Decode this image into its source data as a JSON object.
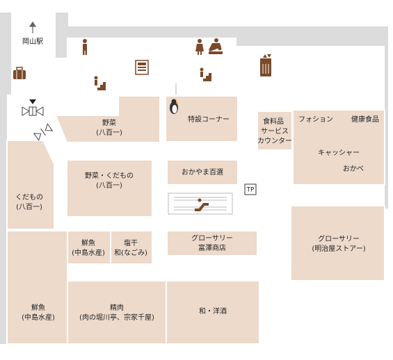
{
  "colors": {
    "walkway": "#ffffff",
    "wall": "#dcdcdc",
    "shop": "#eddacb",
    "shop_border": "#ffffff",
    "icon": "#7a4a2a",
    "text": "#222222"
  },
  "direction": {
    "label": "岡山駅",
    "arrow_icon": "up-arrow-icon",
    "entrance_marker_icon": "triangle-down-icon",
    "door_icon": "automatic-door-icon"
  },
  "facilities": {
    "luggage_icon": "coin-locker-icon",
    "restroom_men_icon": "men-restroom-icon",
    "restroom_women_icon": "women-restroom-icon",
    "baby_care_icon": "baby-changing-icon",
    "stairs_icon": "stairs-icon",
    "elevator_icon": "elevator-icon",
    "escalator_icon": "escalator-icon",
    "atm_icon": "atm-icon",
    "penguin_icon": "penguin-icon",
    "telephone_label": "TP"
  },
  "shops": {
    "vegetables_top": {
      "name": "野菜",
      "sub": "(八百一)"
    },
    "special_corner": {
      "name": "特設コーナー"
    },
    "food_service": {
      "l1": "食料品",
      "l2": "サービス",
      "l3": "カウンター"
    },
    "fauchon": {
      "name": "フォション"
    },
    "health_food": {
      "name": "健康食品"
    },
    "cashier": {
      "name": "キャッシャー"
    },
    "okabe": {
      "name": "おかべ"
    },
    "fruits_left": {
      "name": "くだもの",
      "sub": "(八百一)"
    },
    "veg_fruits": {
      "name": "野菜・くだもの",
      "sub": "(八百一)"
    },
    "okayama_select": {
      "name": "おかやま百選"
    },
    "fresh_fish_mid": {
      "name": "鮮魚",
      "sub": "(中島水産)"
    },
    "dried_goods": {
      "name": "塩干",
      "sub": "和(なごみ)"
    },
    "grocery_tomizawa": {
      "name": "グローサリー",
      "sub": "富澤商店"
    },
    "grocery_meijiya": {
      "name": "グローサリー",
      "sub": "(明治屋ストアー)"
    },
    "fresh_fish_bottom": {
      "name": "鮮魚",
      "sub": "(中島水産)"
    },
    "meat": {
      "name": "精肉",
      "sub": "(肉の堀川亭、宗家千屋)"
    },
    "sake": {
      "name": "和・洋酒"
    }
  }
}
